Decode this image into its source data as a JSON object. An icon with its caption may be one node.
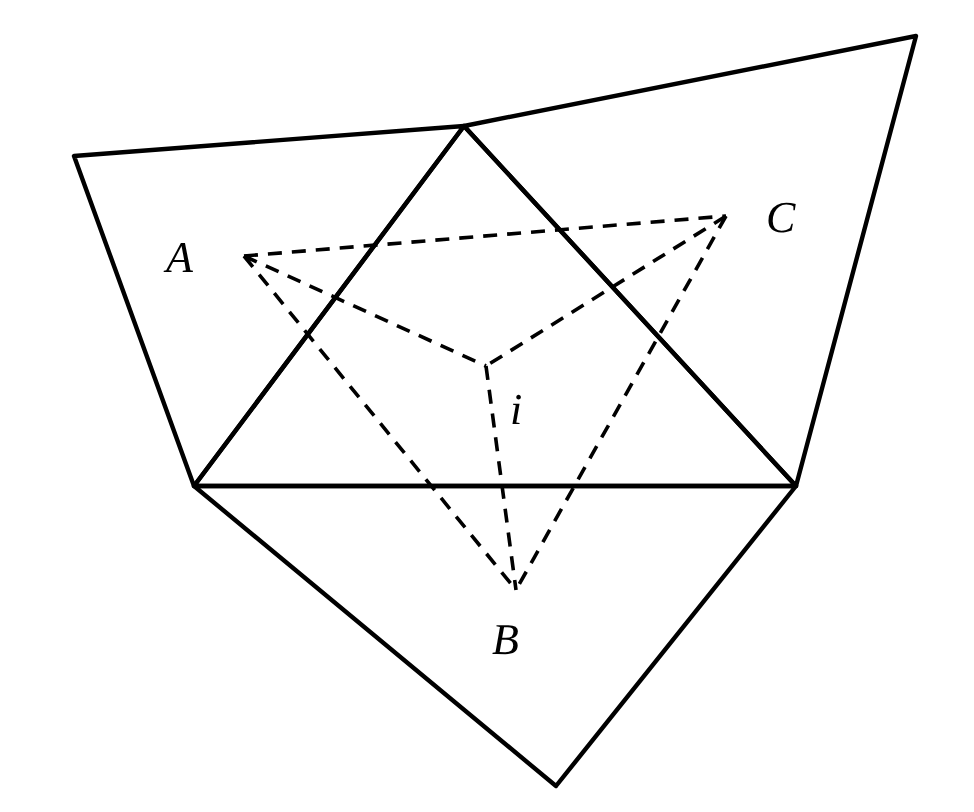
{
  "diagram": {
    "nodes": [
      {
        "text": [
          "A"
        ]
      },
      {
        "text": [
          "C"
        ]
      },
      {
        "text": [
          "i"
        ]
      },
      {
        "text": [
          "B"
        ]
      }
    ],
    "edges": [
      {
        "from": 0,
        "to": 1,
        "arrow": "none",
        "style": "dashed"
      },
      {
        "from": 0,
        "to": 2,
        "arrow": "none",
        "style": "dashed"
      },
      {
        "from": 1,
        "to": 2,
        "arrow": "none",
        "style": "dashed"
      },
      {
        "from": 2,
        "to": 3,
        "arrow": "none",
        "style": "dashed"
      },
      {
        "from": 0,
        "to": 3,
        "arrow": "none",
        "style": "dashed"
      },
      {
        "from": 1,
        "to": 3,
        "arrow": "none",
        "style": "dashed"
      }
    ]
  }
}
